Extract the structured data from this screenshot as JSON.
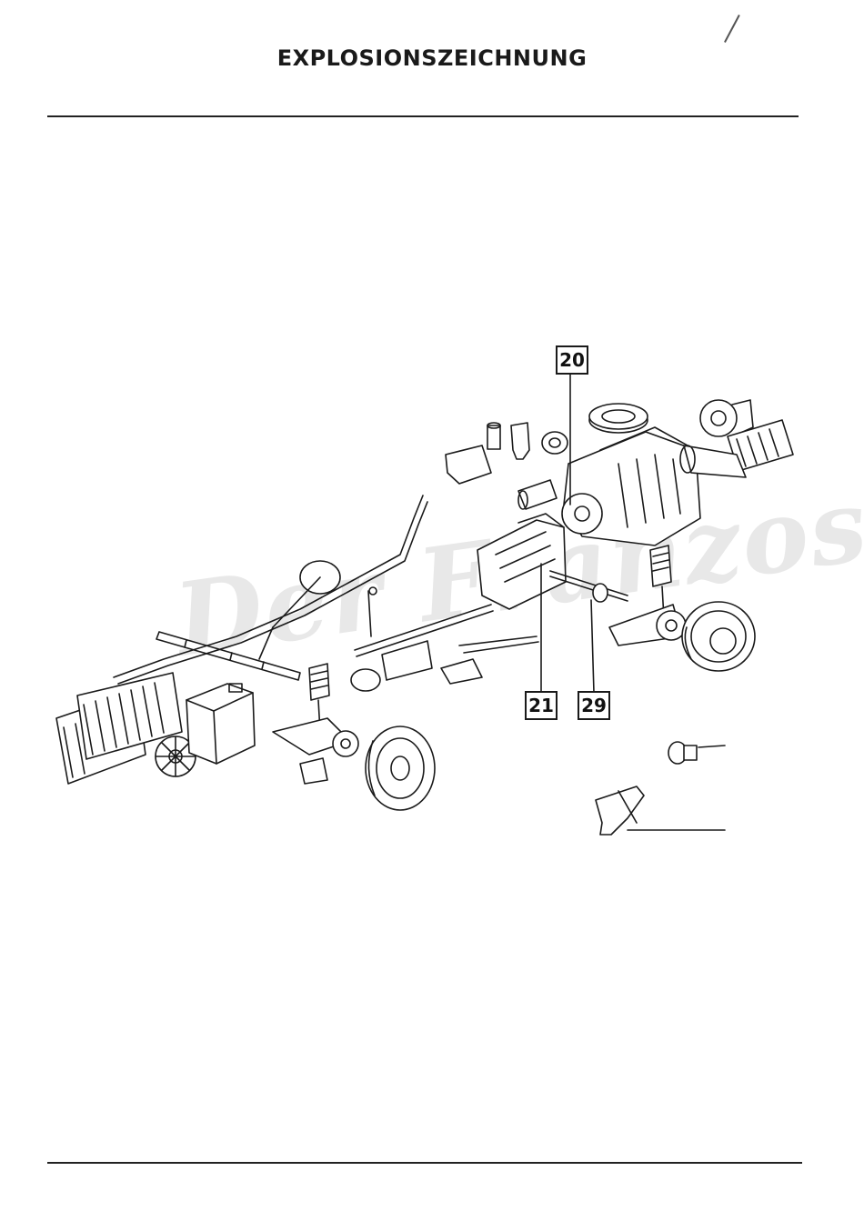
{
  "header": {
    "title": "EXPLOSIONSZEICHNUNG"
  },
  "watermark": {
    "text": "Der Franzose"
  },
  "callouts": {
    "c20": "20",
    "c21": "21",
    "c29": "29"
  }
}
